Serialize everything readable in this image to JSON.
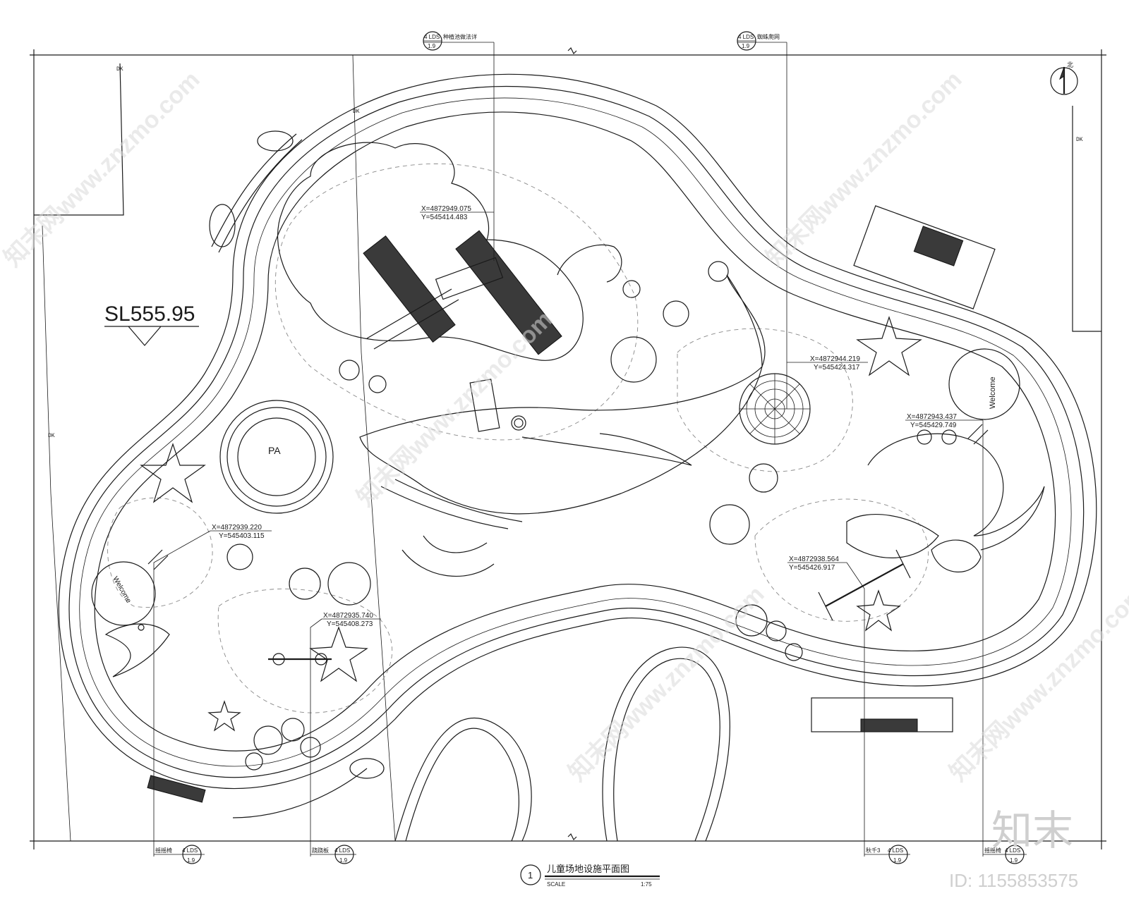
{
  "elevation": {
    "label": "SL555.95"
  },
  "north": {
    "label": "北"
  },
  "callouts_top": [
    {
      "ref": "4 LDS",
      "desc": "种植池做法详",
      "scale": "1.9"
    },
    {
      "ref": "4 LDS",
      "desc": "蜘蛛爬网",
      "scale": "1.9"
    }
  ],
  "callouts_bottom": [
    {
      "desc": "摇摇椅",
      "ref": "4 LDS",
      "scale": "1.9"
    },
    {
      "desc": "跷跷板",
      "ref": "4 LDS",
      "scale": "1.9"
    },
    {
      "desc": "秋千3",
      "ref": "4 LDS",
      "scale": "1.9"
    },
    {
      "desc": "摇摇椅",
      "ref": "4 LDS",
      "scale": "1.9"
    }
  ],
  "coords": [
    {
      "x": "X=4872949.075",
      "y": "Y=545414.483"
    },
    {
      "x": "X=4872944.219",
      "y": "Y=545424.317"
    },
    {
      "x": "X=4872943.437",
      "y": "Y=545429.749"
    },
    {
      "x": "X=4872939.220",
      "y": "Y=545403.115"
    },
    {
      "x": "X=4872938.564",
      "y": "Y=545426.917"
    },
    {
      "x": "X=4872935.740",
      "y": "Y=545408.273"
    }
  ],
  "pa": {
    "label": "PA"
  },
  "welcome": [
    "Welcome",
    "Welcome"
  ],
  "boundary_mark": "DK",
  "title": {
    "number": "1",
    "name": "儿童场地设施平面图",
    "scale_label": "SCALE",
    "scale_value": "1:75"
  },
  "watermark": {
    "text": "知末网www.znzmo.com",
    "logo": "知末",
    "id": "ID: 1155853575"
  }
}
